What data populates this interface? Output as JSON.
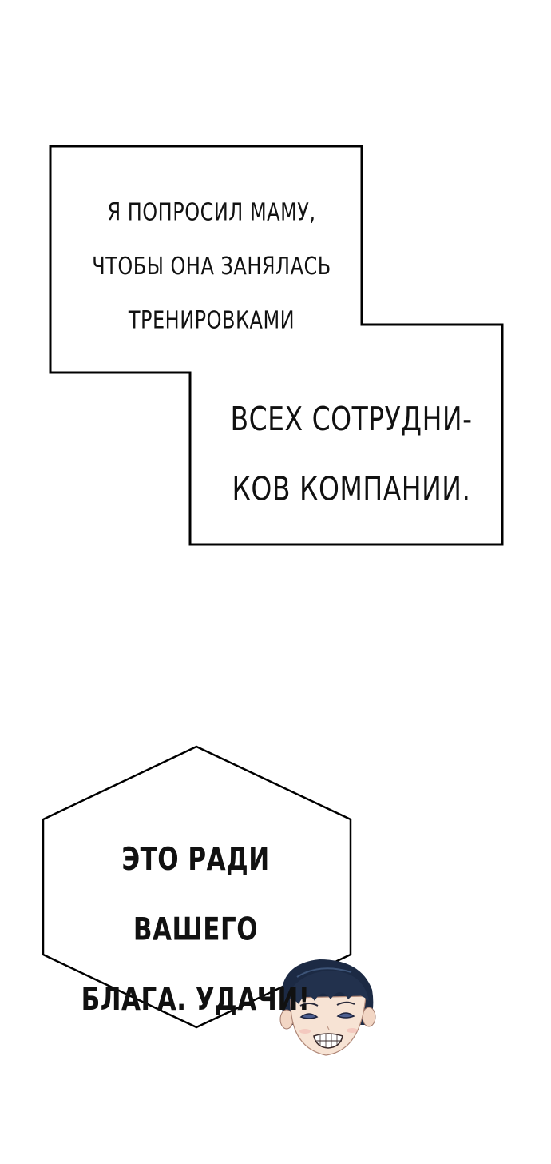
{
  "panel1": {
    "box_top_lines": [
      "Я ПОПРОСИЛ МАМУ,",
      "ЧТОБЫ ОНА ЗАНЯЛАСЬ",
      "ТРЕНИРОВКАМИ"
    ],
    "box_bottom_lines": [
      "ВСЕХ СОТРУДНИ-",
      "КОВ КОМПАНИИ."
    ]
  },
  "panel2": {
    "bubble_lines": [
      "ЭТО РАДИ ВАШЕГО",
      "БЛАГА. УДАЧИ!"
    ]
  },
  "colors": {
    "background": "#ffffff",
    "border": "#000000",
    "text": "#111111",
    "hair": "#1c2a44",
    "skin": "#f7e3d4"
  },
  "icons": [
    "smiling-character-avatar"
  ]
}
